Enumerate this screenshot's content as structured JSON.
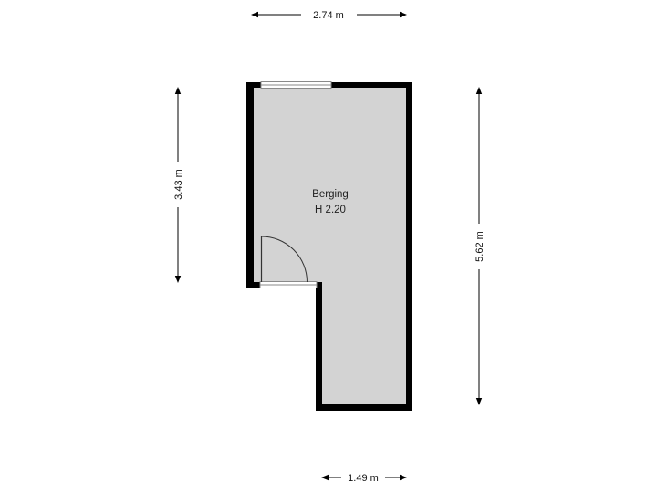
{
  "room": {
    "name": "Berging",
    "height_label": "H 2.20"
  },
  "dimensions": {
    "top_width": "2.74 m",
    "left_height": "3.43 m",
    "right_height": "5.62 m",
    "bottom_width": "1.49 m"
  },
  "colors": {
    "wall": "#000000",
    "floor": "#d3d3d3",
    "dimension_line": "#000000",
    "window_frame": "#9a9a9a"
  }
}
